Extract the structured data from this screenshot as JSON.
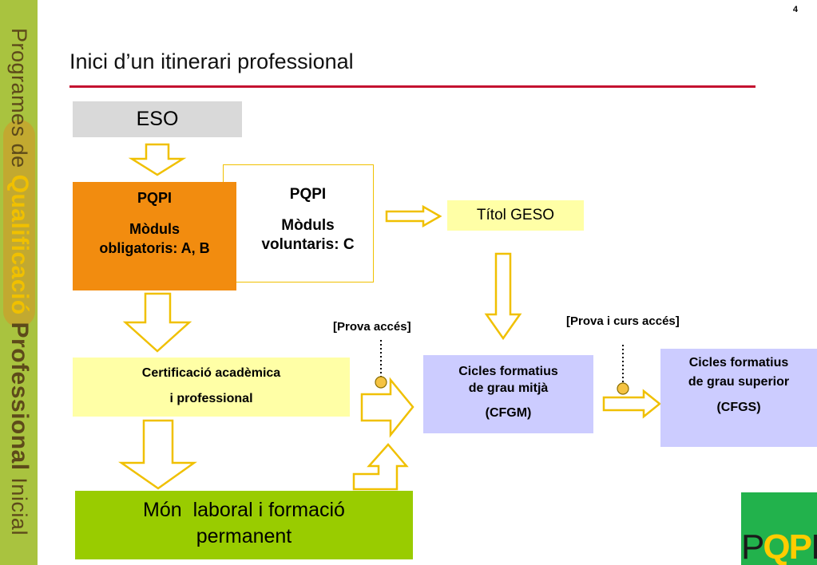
{
  "page_number": "4",
  "title": "Inici d’un itinerari professional",
  "sidebar": {
    "part1": "Programes de ",
    "part2": "Qualificació ",
    "part3": "Professional ",
    "part4": "Inicial"
  },
  "boxes": {
    "eso": "ESO",
    "pqpi_ab": {
      "heading": "PQPI",
      "line1": "Mòduls",
      "line2": "obligatoris: A, B"
    },
    "pqpi_c": {
      "heading": "PQPI",
      "line1": "Mòduls",
      "line2": "voluntaris: C"
    },
    "titol": "Títol GESO",
    "certificacio": {
      "line1": "Certificació acadèmica",
      "line2": "i professional"
    },
    "cfgm": {
      "line1": "Cicles formatius",
      "line2": "de grau mitjà",
      "line3": "(CFGM)"
    },
    "cfgs": {
      "line1": "Cicles formatius",
      "line2": "de grau superior",
      "line3": "(CFGS)"
    },
    "mon_laboral": {
      "line1": "Món  laboral i formació",
      "line2": "permanent"
    }
  },
  "labels": {
    "prova_acces": "[Prova accés]",
    "prova_curs_acces": "[Prova i curs accés]"
  },
  "logo": {
    "p1": "P",
    "q": "Q",
    "p2": "P",
    "i": "I"
  },
  "colors": {
    "accent_rule": "#c41230",
    "sidebar": "#a9c33f",
    "pqpi_orange": "#f28c0f",
    "light_yellow": "#ffffa6",
    "lavender": "#ccccff",
    "green": "#99cc00",
    "arrow_outline": "#f0c000"
  }
}
